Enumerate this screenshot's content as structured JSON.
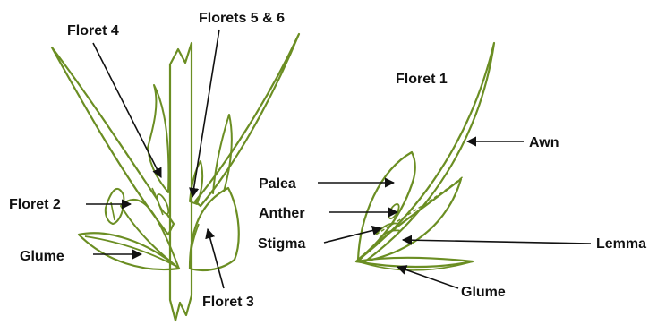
{
  "colors": {
    "outline": "#6b8e23",
    "rachis_fill": "#b5c08a",
    "leaf_fill": "#ffffff",
    "label_text": "#111111",
    "arrow": "#111111"
  },
  "spikelet": {
    "labels": {
      "floret4": "Floret 4",
      "florets56": "Florets 5 & 6",
      "floret2": "Floret 2",
      "glume": "Glume",
      "floret3": "Floret 3"
    }
  },
  "floret": {
    "labels": {
      "title": "Floret 1",
      "awn": "Awn",
      "palea": "Palea",
      "anther": "Anther",
      "stigma": "Stigma",
      "lemma": "Lemma",
      "glume": "Glume"
    }
  }
}
